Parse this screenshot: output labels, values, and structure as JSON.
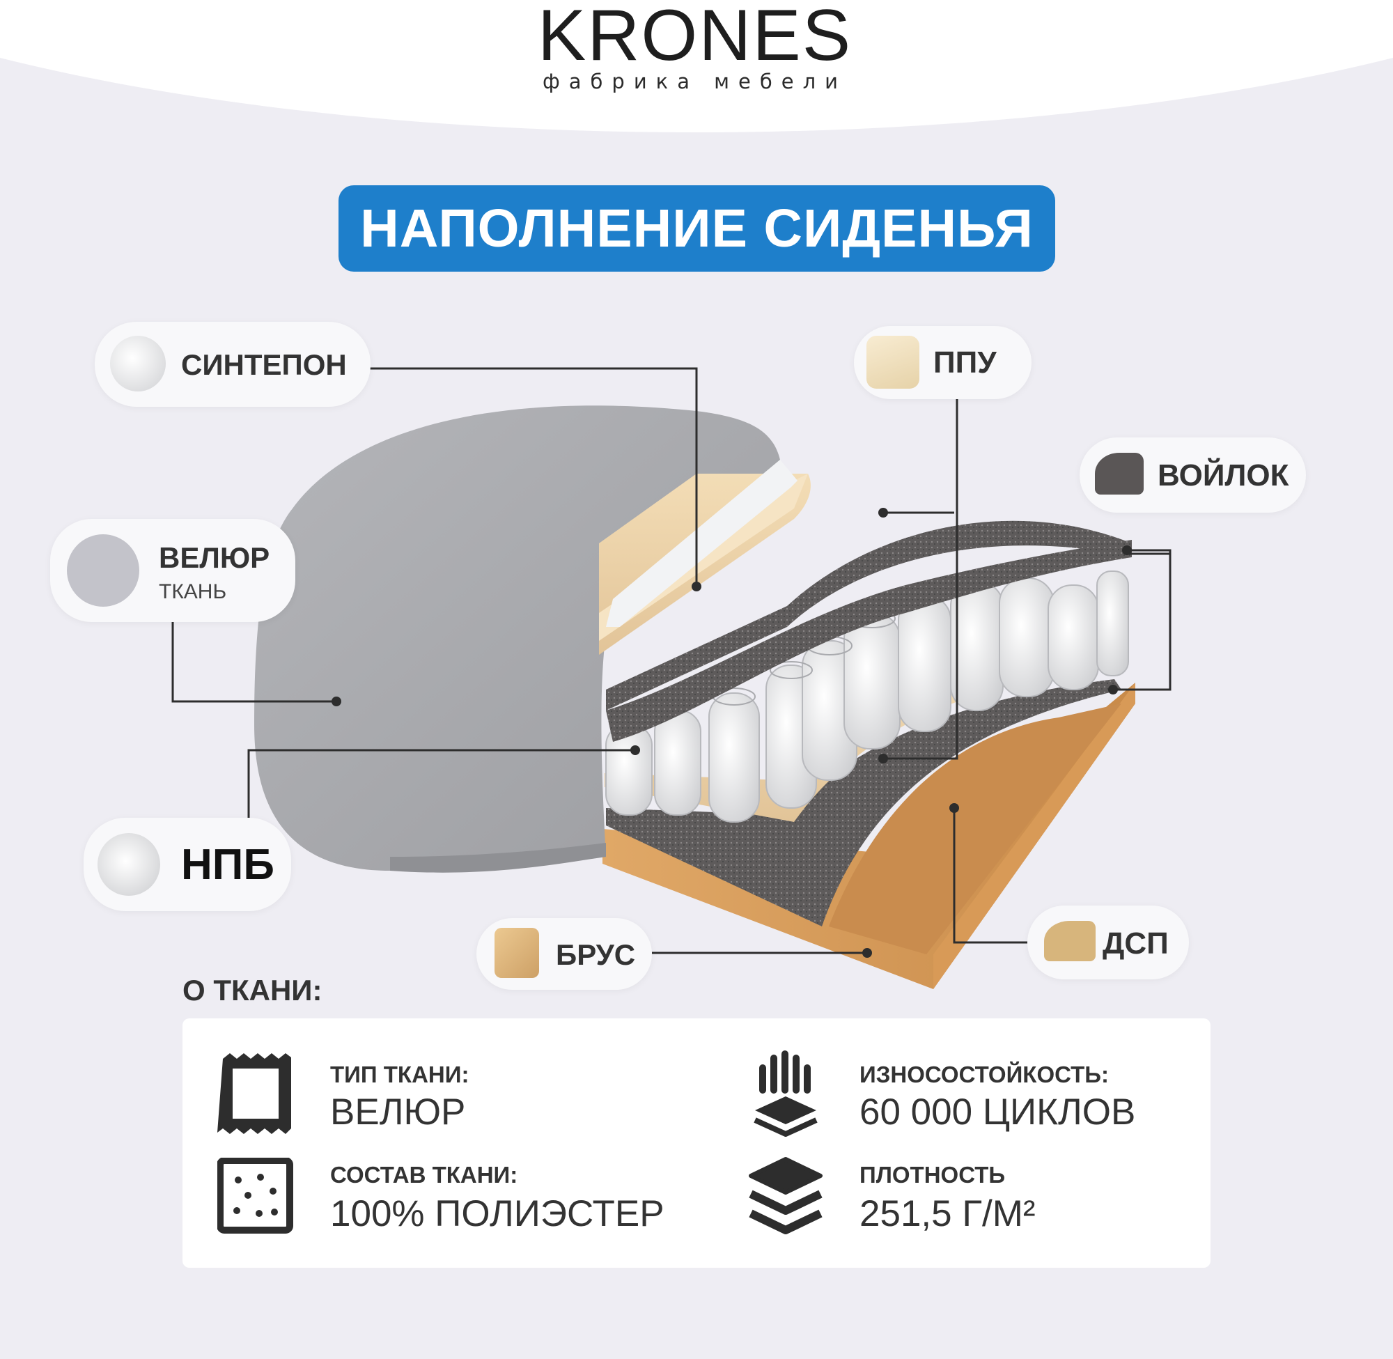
{
  "brand": {
    "name": "KRONES",
    "tagline": "фабрика мебели"
  },
  "title": "НАПОЛНЕНИЕ СИДЕНЬЯ",
  "layers": {
    "sintepon": "СИНТЕПОН",
    "ppu": "ППУ",
    "voilok": "ВОЙЛОК",
    "velur": "ВЕЛЮР",
    "velur_sub": "ТКАНЬ",
    "npb": "НПБ",
    "brus": "БРУС",
    "dsp": "ДСП"
  },
  "about": {
    "heading": "О ТКАНИ:",
    "specs": [
      {
        "label": "ТИП ТКАНИ:",
        "value": "ВЕЛЮР",
        "icon": "fabric-swatch-icon"
      },
      {
        "label": "ИЗНОСОСТОЙКОСТЬ:",
        "value": "60 000 ЦИКЛОВ",
        "icon": "hand-press-layers-icon"
      },
      {
        "label": "СОСТАВ ТКАНИ:",
        "value": "100% ПОЛИЭСТЕР",
        "icon": "fabric-composition-icon"
      },
      {
        "label": "ПЛОТНОСТЬ",
        "value": "251,5 Г/М²",
        "icon": "stacked-layers-icon"
      }
    ]
  },
  "colors": {
    "accent": "#1e7fcb",
    "background": "#eeedf3",
    "card": "#ffffff",
    "text": "#333333"
  }
}
